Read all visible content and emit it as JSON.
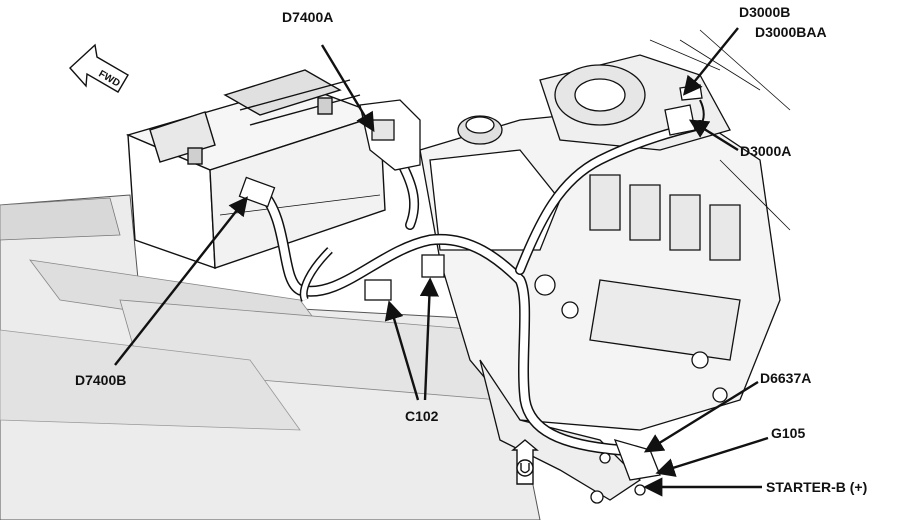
{
  "figure": {
    "orientation_label": "FWD",
    "callouts": {
      "d7400a": "D7400A",
      "d3000b": "D3000B",
      "d3000baa": "D3000BAA",
      "d3000a": "D3000A",
      "d7400b": "D7400B",
      "c102": "C102",
      "d6637a": "D6637A",
      "g105": "G105",
      "starter_b": "STARTER-B (+)"
    },
    "line_color": "#111111",
    "fill_color": "#ffffff",
    "shade_color": "#dcdcdc"
  }
}
